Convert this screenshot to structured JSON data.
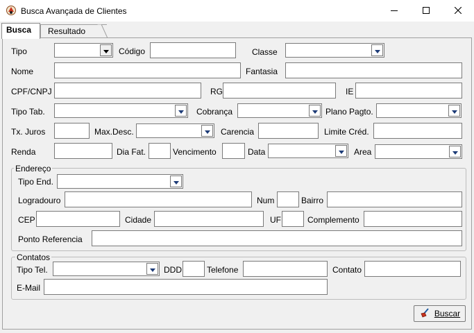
{
  "window": {
    "title": "Busca Avançada de Clientes"
  },
  "tabs": [
    {
      "label": "Busca"
    },
    {
      "label": "Resultado"
    }
  ],
  "labels": {
    "tipo": "Tipo",
    "codigo": "Código",
    "classe": "Classe",
    "nome": "Nome",
    "fantasia": "Fantasia",
    "cpf": "CPF/CNPJ",
    "rg": "RG",
    "ie": "IE",
    "tipo_tab": "Tipo Tab.",
    "cobranca": "Cobrança",
    "plano_pagto": "Plano Pagto.",
    "tx_juros": "Tx. Juros",
    "max_desc": "Max.Desc.",
    "carencia": "Carencia",
    "limite_cred": "Limite Créd.",
    "renda": "Renda",
    "dia_fat": "Dia Fat.",
    "vencimento": "Vencimento",
    "data": "Data",
    "area": "Area"
  },
  "endereco": {
    "title": "Endereço",
    "tipo_end": "Tipo End.",
    "logradouro": "Logradouro",
    "num": "Num",
    "bairro": "Bairro",
    "cep": "CEP",
    "cidade": "Cidade",
    "uf": "UF",
    "complemento": "Complemento",
    "ponto_referencia": "Ponto Referencia"
  },
  "contatos": {
    "title": "Contatos",
    "tipo_tel": "Tipo Tel.",
    "ddd": "DDD",
    "telefone": "Telefone",
    "contato": "Contato",
    "email": "E-Mail"
  },
  "buttons": {
    "buscar": "Buscar"
  },
  "colors": {
    "titlebar": "#ffffff",
    "dialog_bg": "#f0f0f0",
    "field_border": "#7a7a7a",
    "dropdown_arrow": "#1e3c78"
  }
}
